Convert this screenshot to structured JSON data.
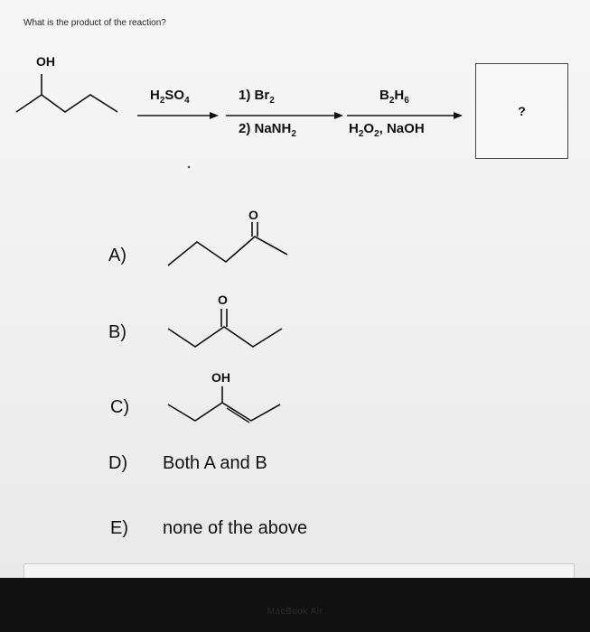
{
  "question": "What is the product of the reaction?",
  "scheme": {
    "start_label": "OH",
    "step1": "H2SO4",
    "step2_line1": "1) Br2",
    "step2_line2": "2) NaNH2",
    "step3_line1": "B2H6",
    "step3_line2": "H2O2, NaOH",
    "product_placeholder": "?"
  },
  "choices": [
    {
      "letter": "A)",
      "text": "",
      "atom_label": "O"
    },
    {
      "letter": "B)",
      "text": "",
      "atom_label": "O"
    },
    {
      "letter": "C)",
      "text": "",
      "atom_label": "OH"
    },
    {
      "letter": "D)",
      "text": "Both A and B"
    },
    {
      "letter": "E)",
      "text": "none of the above"
    }
  ],
  "device_label": "MacBook Air"
}
